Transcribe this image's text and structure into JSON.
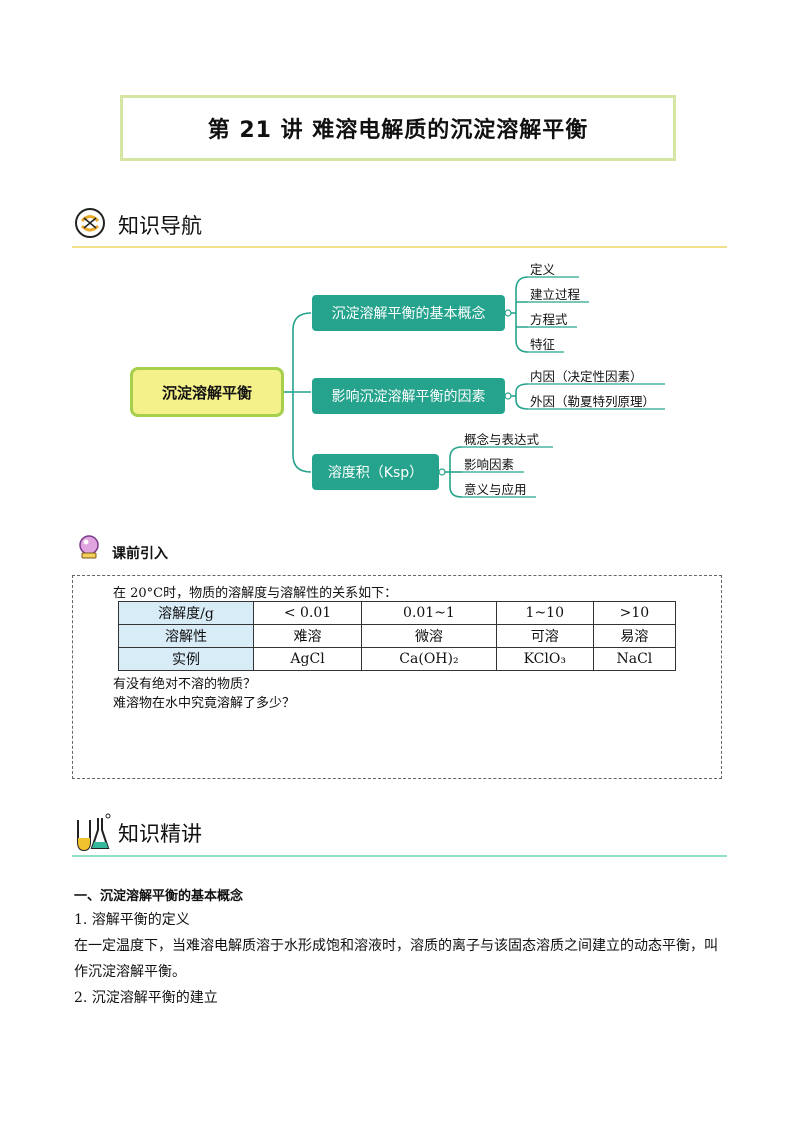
{
  "title": "第 21 讲    难溶电解质的沉淀溶解平衡",
  "nav_section": {
    "title": "知识导航",
    "icon": "brain-icon"
  },
  "mindmap": {
    "root": "沉淀溶解平衡",
    "branches": [
      {
        "label": "沉淀溶解平衡的基本概念",
        "leaves": [
          "定义",
          "建立过程",
          "方程式",
          "特征"
        ]
      },
      {
        "label": "影响沉淀溶解平衡的因素",
        "leaves": [
          "内因（决定性因素）",
          "外因（勒夏特列原理）"
        ]
      },
      {
        "label": "溶度积（Ksp）",
        "leaves": [
          "概念与表达式",
          "影响因素",
          "意义与应用"
        ]
      }
    ],
    "colors": {
      "branch": "#26a38c",
      "root_fill": "#f4f08a",
      "root_border": "#a6cf4b"
    }
  },
  "intro": {
    "label": "课前引入",
    "icon": "crystal-ball-icon",
    "lead": "在 20°C时，物质的溶解度与溶解性的关系如下：",
    "table": {
      "rows": [
        [
          "溶解度/g",
          "< 0.01",
          "0.01~1",
          "1~10",
          ">10"
        ],
        [
          "溶解性",
          "难溶",
          "微溶",
          "可溶",
          "易溶"
        ],
        [
          "实例",
          "AgCl",
          "Ca(OH)₂",
          "KClO₃",
          "NaCl"
        ]
      ]
    },
    "questions": [
      "有没有绝对不溶的物质？",
      "难溶物在水中究竟溶解了多少？"
    ]
  },
  "lecture_section": {
    "title": "知识精讲",
    "icon": "lab-flask-icon"
  },
  "content": {
    "heading": "一、沉淀溶解平衡的基本概念",
    "item1": "1.  溶解平衡的定义",
    "para1_line1": "在一定温度下，当难溶电解质溶于水形成饱和溶液时，溶质的离子与该固态溶质之间建立的动态平衡，叫",
    "para1_line2": "作沉淀溶解平衡。",
    "item2": "2.  沉淀溶解平衡的建立"
  }
}
